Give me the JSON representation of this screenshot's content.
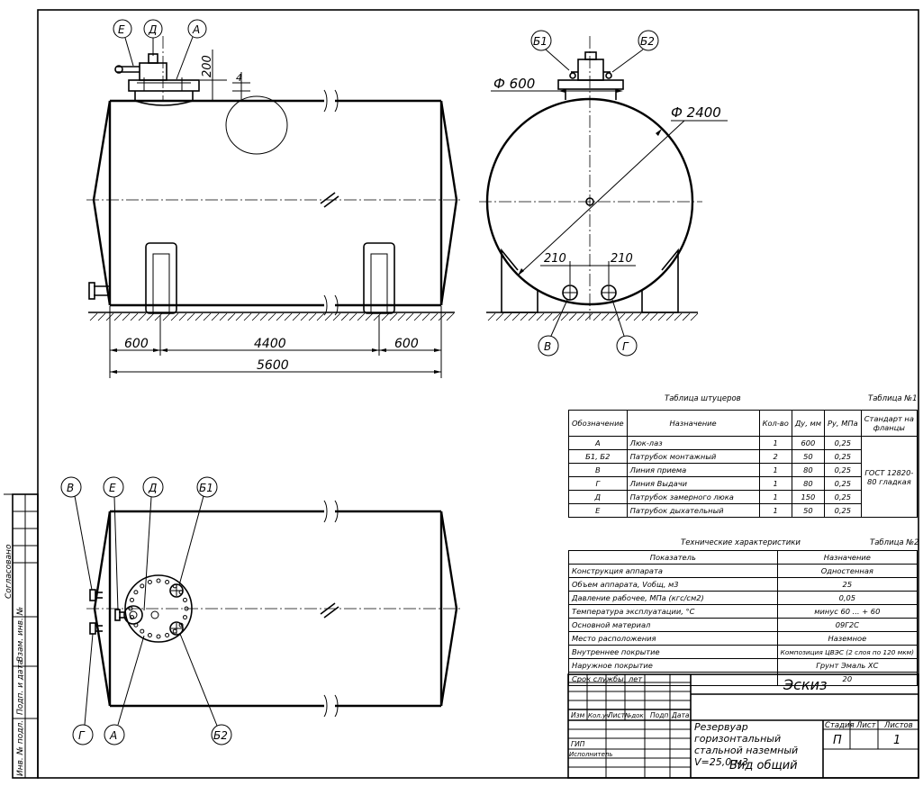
{
  "callouts": {
    "front": [
      "Е",
      "Д",
      "А"
    ],
    "side_top": [
      "Б1",
      "Б2"
    ],
    "side_bottom": [
      "В",
      "Г"
    ],
    "plan_top": [
      "В",
      "Е",
      "Д",
      "Б1"
    ],
    "plan_bottom": [
      "Г",
      "А",
      "Б2"
    ]
  },
  "dimensions": {
    "flange_height": "200",
    "wall": "4",
    "overall": "5600",
    "span": "4400",
    "overhang_left": "600",
    "overhang_right": "600",
    "shell_diameter": "Ф 2400",
    "manhole_diameter": "Ф 600",
    "offset_left": "210",
    "offset_right": "210"
  },
  "nozzle_table": {
    "caption": "Таблица штуцеров",
    "number": "Таблица №1",
    "headers": [
      "Обозначение",
      "Назначение",
      "Кол-во",
      "Ду, мм",
      "Ру, МПа",
      "Стандарт на фланцы"
    ],
    "rows": [
      [
        "А",
        "Люк-лаз",
        "1",
        "600",
        "0,25"
      ],
      [
        "Б1, Б2",
        "Патрубок монтажный",
        "2",
        "50",
        "0,25"
      ],
      [
        "В",
        "Линия приема",
        "1",
        "80",
        "0,25"
      ],
      [
        "Г",
        "Линия Выдачи",
        "1",
        "80",
        "0,25"
      ],
      [
        "Д",
        "Патрубок замерного люка",
        "1",
        "150",
        "0,25"
      ],
      [
        "Е",
        "Патрубок дыхательный",
        "1",
        "50",
        "0,25"
      ]
    ],
    "standard": "ГОСТ 12820-80 гладкая"
  },
  "tech_table": {
    "caption": "Технические характеристики",
    "number": "Таблица №2",
    "headers": [
      "Показатель",
      "Назначение"
    ],
    "rows": [
      [
        "Конструкция аппарата",
        "Одностенная"
      ],
      [
        "Объем аппарата, Vобщ, м3",
        "25"
      ],
      [
        "Давление рабочее, МПа (кгс/см2)",
        "0,05"
      ],
      [
        "Температура эксплуатации, °С",
        "минус 60 ... + 60"
      ],
      [
        "Основной материал",
        "09Г2С"
      ],
      [
        "Место расположения",
        "Наземное"
      ],
      [
        "Внутреннее покрытие",
        "Композиция ЦВЭС (2 слоя по 120 мкм)"
      ],
      [
        "Наружное покрытие",
        "Грунт Эмаль ХС"
      ],
      [
        "Срок службы, лет",
        "20"
      ]
    ]
  },
  "title_block": {
    "doc_code": "Эскиз",
    "columns": [
      "Изм",
      "Кол.уч",
      "Лист",
      "№док",
      "Подп",
      "Дата"
    ],
    "role_gip": "ГИП",
    "role_exec": "Исполнитель",
    "name": "Резервуар горизонтальный стальной наземный V=25,0 м3",
    "stage_label": "Стадия",
    "sheet_label": "Лист",
    "sheets_label": "Листов",
    "stage_value": "П",
    "sheets_value": "1",
    "view": "Вид общий"
  },
  "margin_labels": [
    "Согласовано",
    "Взам. инв. №",
    "Подп. и дата",
    "Инв. № подл."
  ]
}
